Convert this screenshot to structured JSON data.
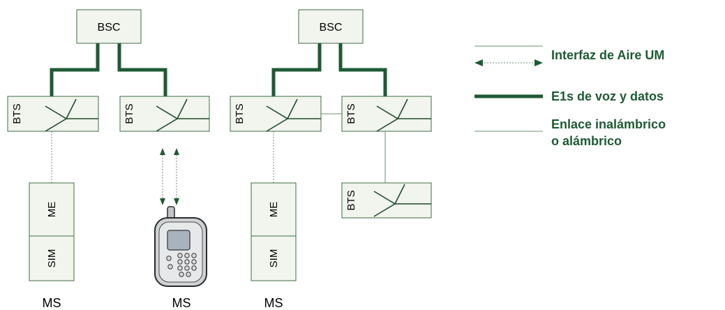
{
  "diagram": {
    "bsc_label": "BSC",
    "bts_label": "BTS",
    "me_label": "ME",
    "sim_label": "SIM",
    "ms_label": "MS"
  },
  "legend": {
    "air_interface": "Interfaz de Aire UM",
    "e1_links": "E1s de voz y datos",
    "link_line1": "Enlace inalámbrico",
    "link_line2": "o alámbrico"
  },
  "colors": {
    "e1_line": "#1e5a34",
    "box_fill": "#f1f5ee",
    "box_border": "#3f6b44",
    "legend_text": "#1e5a34"
  }
}
